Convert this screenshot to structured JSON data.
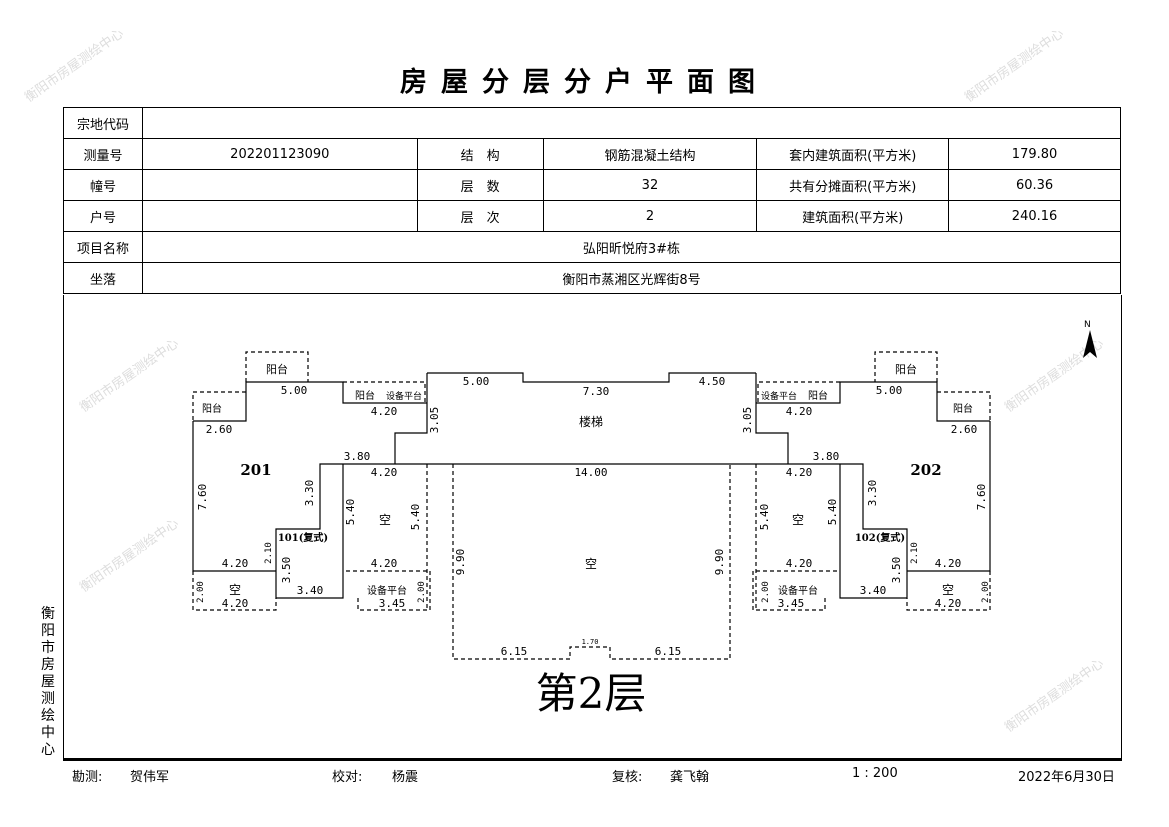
{
  "title": "房屋分层分户平面图",
  "watermark": "衡阳市房屋测绘中心",
  "table": {
    "parcel_code_label": "宗地代码",
    "parcel_code": "",
    "survey_no_label": "测量号",
    "survey_no": "202201123090",
    "structure_label": "结　构",
    "structure": "钢筋混凝土结构",
    "inner_area_label": "套内建筑面积(平方米)",
    "inner_area": "179.80",
    "building_no_label": "幢号",
    "building_no": "",
    "floors_label": "层　数",
    "floors": "32",
    "shared_area_label": "共有分摊面积(平方米)",
    "shared_area": "60.36",
    "unit_no_label": "户号",
    "unit_no": "",
    "floor_label": "层　次",
    "floor": "2",
    "building_area_label": "建筑面积(平方米)",
    "building_area": "240.16",
    "project_label": "项目名称",
    "project": "弘阳昕悦府3#栋",
    "location_label": "坐落",
    "location": "衡阳市蒸湘区光辉街8号"
  },
  "plan": {
    "floor_title": "第2层",
    "north": "N",
    "labels": [
      "阳台",
      "5.00",
      "阳台",
      "阳台",
      "设备平台",
      "4.20",
      "3.05",
      "2.60",
      "201",
      "3.80",
      "4.20",
      "7.60",
      "3.30",
      "101(复式)",
      "5.40",
      "空",
      "5.40",
      "4.20",
      "2.10",
      "3.50",
      "4.20",
      "3.40",
      "空",
      "4.20",
      "设备平台",
      "3.45",
      "2.00",
      "2.00",
      "5.00",
      "7.30",
      "4.50",
      "楼梯",
      "14.00",
      "9.90",
      "空",
      "9.90",
      "6.15",
      "1.70",
      "6.15",
      "阳台",
      "5.00",
      "阳台",
      "阳台",
      "设备平台",
      "4.20",
      "3.05",
      "2.60",
      "202",
      "3.80",
      "4.20",
      "7.60",
      "3.30",
      "102(复式)",
      "5.40",
      "空",
      "5.40",
      "4.20",
      "2.10",
      "3.50",
      "4.20",
      "3.40",
      "空",
      "4.20",
      "设备平台",
      "3.45",
      "2.00",
      "2.00"
    ]
  },
  "footer": {
    "survey_label": "勘测:",
    "surveyor": "贺伟军",
    "check_label": "校对:",
    "checker": "杨震",
    "review_label": "复核:",
    "reviewer": "龚飞翰",
    "scale": "1 : 200",
    "date": "2022年6月30日"
  },
  "side_text": "衡阳市房屋测绘中心"
}
